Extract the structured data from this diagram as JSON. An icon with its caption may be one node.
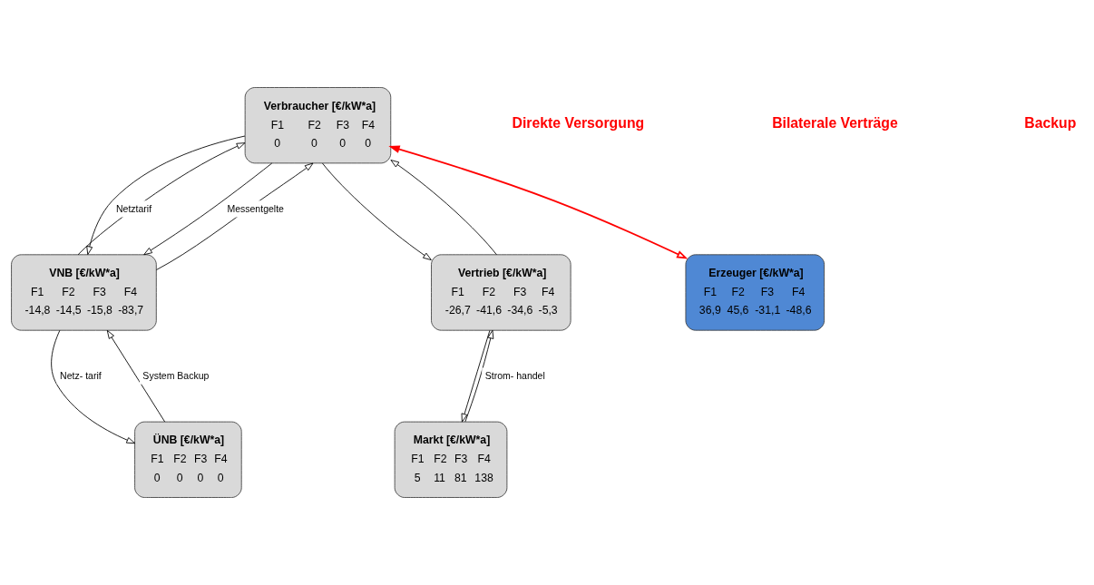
{
  "diagram": {
    "nodes": [
      {
        "text": [
          "Erzeuger [€/kW*a]",
          "F1",
          "F2",
          "F3",
          "F4",
          "36,9",
          "45,6",
          "-31,1",
          "-48,6"
        ]
      },
      {
        "text": [
          "ÜNB [€/kW*a]",
          "F1",
          "F2",
          "F3",
          "F4",
          "0",
          "0",
          "0",
          "0"
        ]
      },
      {
        "text": [
          "VNB [€/kW*a]",
          "F1",
          "F2",
          "F3",
          "F4",
          "-14,8",
          "-14,5",
          "-15,8",
          "-83,7"
        ]
      },
      {
        "text": [
          "Vertrieb [€/kW*a]",
          "F1",
          "F2",
          "F3",
          "F4",
          "-26,7",
          "-41,6",
          "-34,6",
          "-5,3"
        ]
      },
      {
        "text": [
          "Verbraucher [€/kW*a]",
          "F1",
          "F2",
          "F3",
          "F4",
          "0",
          "0",
          "0",
          "0"
        ]
      },
      {
        "text": [
          "Markt [€/kW*a]",
          "F1",
          "F2",
          "F3",
          "F4",
          "5",
          "11",
          "81",
          "138"
        ]
      }
    ],
    "edges": [
      {
        "from": 4,
        "to": 0,
        "arrow": "both",
        "color": "#ff0000"
      },
      {
        "from": 1,
        "to": 2,
        "arrow": "to",
        "label": "System Backup"
      },
      {
        "from": 2,
        "to": 1,
        "arrow": "to",
        "label": "Netz- tarif"
      },
      {
        "from": 4,
        "to": 2,
        "arrow": "to",
        "label": "Messentgelte"
      },
      {
        "from": 2,
        "to": 4,
        "arrow": "to"
      },
      {
        "from": 4,
        "to": 2,
        "arrow": "to",
        "label": "Netztarif"
      },
      {
        "from": 2,
        "to": 4,
        "arrow": "to"
      },
      {
        "from": 4,
        "to": 3,
        "arrow": "to"
      },
      {
        "from": 3,
        "to": 4,
        "arrow": "to"
      },
      {
        "from": 5,
        "to": 3,
        "arrow": "to",
        "label": "Strom- handel"
      },
      {
        "from": 3,
        "to": 5,
        "arrow": "to"
      }
    ],
    "labels": [
      "Direkte Versorgung",
      "Bilaterale Verträge",
      "Backup"
    ]
  }
}
